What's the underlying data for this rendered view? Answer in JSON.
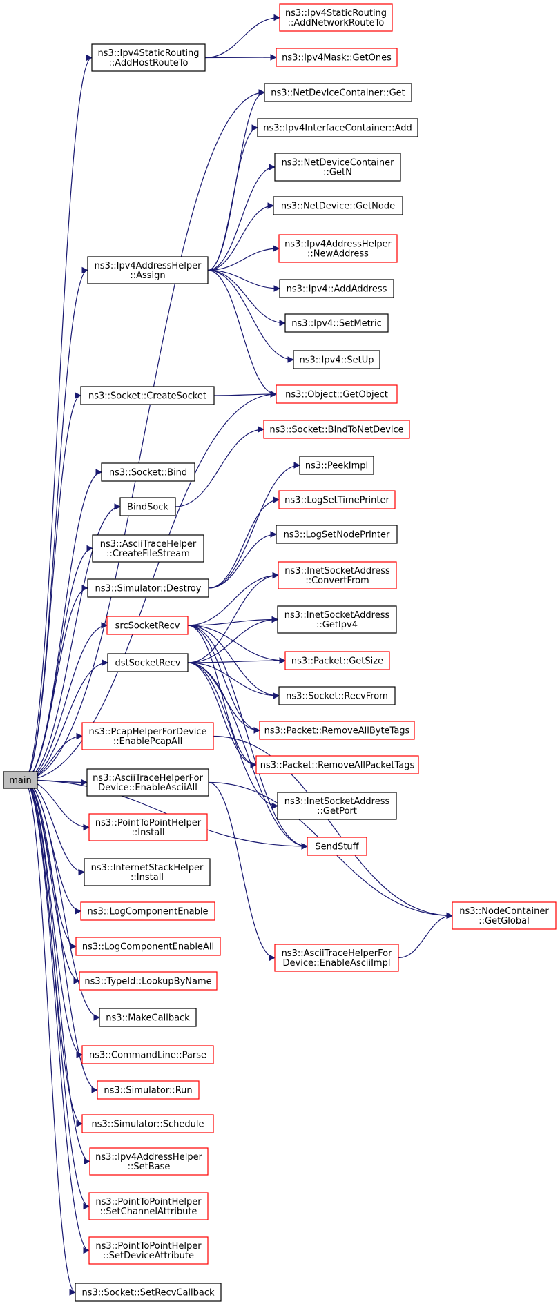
{
  "colors": {
    "edge": "#191970",
    "node_border_default": "#000000",
    "node_border_linked": "#ff0000",
    "root_fill": "#bfbfbf",
    "node_fill": "#ffffff"
  },
  "root": "main",
  "nodes": [
    {
      "id": "main",
      "lines": [
        "main"
      ],
      "style": "root"
    },
    {
      "id": "ahr",
      "lines": [
        "ns3::Ipv4StaticRouting",
        "::AddHostRouteTo"
      ],
      "style": "black"
    },
    {
      "id": "anr",
      "lines": [
        "ns3::Ipv4StaticRouting",
        "::AddNetworkRouteTo"
      ],
      "style": "red"
    },
    {
      "id": "gones",
      "lines": [
        "ns3::Ipv4Mask::GetOnes"
      ],
      "style": "red"
    },
    {
      "id": "ndcget",
      "lines": [
        "ns3::NetDeviceContainer::Get"
      ],
      "style": "black"
    },
    {
      "id": "iicadd",
      "lines": [
        "ns3::Ipv4InterfaceContainer::Add"
      ],
      "style": "black"
    },
    {
      "id": "ndcgetn",
      "lines": [
        "ns3::NetDeviceContainer",
        "::GetN"
      ],
      "style": "black"
    },
    {
      "id": "ndgetnode",
      "lines": [
        "ns3::NetDevice::GetNode"
      ],
      "style": "black"
    },
    {
      "id": "newaddr",
      "lines": [
        "ns3::Ipv4AddressHelper",
        "::NewAddress"
      ],
      "style": "red"
    },
    {
      "id": "assign",
      "lines": [
        "ns3::Ipv4AddressHelper",
        "::Assign"
      ],
      "style": "black"
    },
    {
      "id": "addaddr",
      "lines": [
        "ns3::Ipv4::AddAddress"
      ],
      "style": "black"
    },
    {
      "id": "setmetric",
      "lines": [
        "ns3::Ipv4::SetMetric"
      ],
      "style": "black"
    },
    {
      "id": "setup",
      "lines": [
        "ns3::Ipv4::SetUp"
      ],
      "style": "black"
    },
    {
      "id": "createsock",
      "lines": [
        "ns3::Socket::CreateSocket"
      ],
      "style": "black"
    },
    {
      "id": "getobject",
      "lines": [
        "ns3::Object::GetObject"
      ],
      "style": "red"
    },
    {
      "id": "bindtond",
      "lines": [
        "ns3::Socket::BindToNetDevice"
      ],
      "style": "red"
    },
    {
      "id": "sockbind",
      "lines": [
        "ns3::Socket::Bind"
      ],
      "style": "black"
    },
    {
      "id": "peekimpl",
      "lines": [
        "ns3::PeekImpl"
      ],
      "style": "black"
    },
    {
      "id": "bindsock",
      "lines": [
        "BindSock"
      ],
      "style": "black"
    },
    {
      "id": "logtime",
      "lines": [
        "ns3::LogSetTimePrinter"
      ],
      "style": "red"
    },
    {
      "id": "cfs",
      "lines": [
        "ns3::AsciiTraceHelper",
        "::CreateFileStream"
      ],
      "style": "black"
    },
    {
      "id": "lognode",
      "lines": [
        "ns3::LogSetNodePrinter"
      ],
      "style": "black"
    },
    {
      "id": "destroy",
      "lines": [
        "ns3::Simulator::Destroy"
      ],
      "style": "black"
    },
    {
      "id": "convfrom",
      "lines": [
        "ns3::InetSocketAddress",
        "::ConvertFrom"
      ],
      "style": "red"
    },
    {
      "id": "srcrecv",
      "lines": [
        "srcSocketRecv"
      ],
      "style": "red"
    },
    {
      "id": "getipv4",
      "lines": [
        "ns3::InetSocketAddress",
        "::GetIpv4"
      ],
      "style": "black"
    },
    {
      "id": "dstrecv",
      "lines": [
        "dstSocketRecv"
      ],
      "style": "black"
    },
    {
      "id": "getsize",
      "lines": [
        "ns3::Packet::GetSize"
      ],
      "style": "red"
    },
    {
      "id": "recvfrom",
      "lines": [
        "ns3::Socket::RecvFrom"
      ],
      "style": "black"
    },
    {
      "id": "pcapall",
      "lines": [
        "ns3::PcapHelperForDevice",
        "::EnablePcapAll"
      ],
      "style": "red"
    },
    {
      "id": "rmbytetags",
      "lines": [
        "ns3::Packet::RemoveAllByteTags"
      ],
      "style": "red"
    },
    {
      "id": "rmpkttags",
      "lines": [
        "ns3::Packet::RemoveAllPacketTags"
      ],
      "style": "red"
    },
    {
      "id": "asciiall",
      "lines": [
        "ns3::AsciiTraceHelperFor",
        "Device::EnableAsciiAll"
      ],
      "style": "black"
    },
    {
      "id": "getport",
      "lines": [
        "ns3::InetSocketAddress",
        "::GetPort"
      ],
      "style": "black"
    },
    {
      "id": "p2pinstall",
      "lines": [
        "ns3::PointToPointHelper",
        "::Install"
      ],
      "style": "red"
    },
    {
      "id": "sendstuff",
      "lines": [
        "SendStuff"
      ],
      "style": "red"
    },
    {
      "id": "ishinstall",
      "lines": [
        "ns3::InternetStackHelper",
        "::Install"
      ],
      "style": "black"
    },
    {
      "id": "ncglobal",
      "lines": [
        "ns3::NodeContainer",
        "::GetGlobal"
      ],
      "style": "red"
    },
    {
      "id": "logcomp",
      "lines": [
        "ns3::LogComponentEnable"
      ],
      "style": "red"
    },
    {
      "id": "asciiimpl",
      "lines": [
        "ns3::AsciiTraceHelperFor",
        "Device::EnableAsciiImpl"
      ],
      "style": "red"
    },
    {
      "id": "logcompall",
      "lines": [
        "ns3::LogComponentEnableAll"
      ],
      "style": "red"
    },
    {
      "id": "lookup",
      "lines": [
        "ns3::TypeId::LookupByName"
      ],
      "style": "red"
    },
    {
      "id": "makecb",
      "lines": [
        "ns3::MakeCallback"
      ],
      "style": "black"
    },
    {
      "id": "cmdparse",
      "lines": [
        "ns3::CommandLine::Parse"
      ],
      "style": "red"
    },
    {
      "id": "simrun",
      "lines": [
        "ns3::Simulator::Run"
      ],
      "style": "red"
    },
    {
      "id": "simsched",
      "lines": [
        "ns3::Simulator::Schedule"
      ],
      "style": "red"
    },
    {
      "id": "setbase",
      "lines": [
        "ns3::Ipv4AddressHelper",
        "::SetBase"
      ],
      "style": "red"
    },
    {
      "id": "setchan",
      "lines": [
        "ns3::PointToPointHelper",
        "::SetChannelAttribute"
      ],
      "style": "red"
    },
    {
      "id": "setdev",
      "lines": [
        "ns3::PointToPointHelper",
        "::SetDeviceAttribute"
      ],
      "style": "red"
    },
    {
      "id": "setrecvcb",
      "lines": [
        "ns3::Socket::SetRecvCallback"
      ],
      "style": "black"
    }
  ],
  "edges": [
    [
      "main",
      "ahr"
    ],
    [
      "main",
      "ndcget"
    ],
    [
      "main",
      "assign"
    ],
    [
      "main",
      "createsock"
    ],
    [
      "main",
      "getobject"
    ],
    [
      "main",
      "sockbind"
    ],
    [
      "main",
      "bindsock"
    ],
    [
      "main",
      "cfs"
    ],
    [
      "main",
      "destroy"
    ],
    [
      "main",
      "srcrecv"
    ],
    [
      "main",
      "dstrecv"
    ],
    [
      "main",
      "sendstuff"
    ],
    [
      "main",
      "pcapall"
    ],
    [
      "main",
      "asciiall"
    ],
    [
      "main",
      "p2pinstall"
    ],
    [
      "main",
      "ishinstall"
    ],
    [
      "main",
      "logcomp"
    ],
    [
      "main",
      "logcompall"
    ],
    [
      "main",
      "lookup"
    ],
    [
      "main",
      "makecb"
    ],
    [
      "main",
      "cmdparse"
    ],
    [
      "main",
      "simrun"
    ],
    [
      "main",
      "simsched"
    ],
    [
      "main",
      "setbase"
    ],
    [
      "main",
      "setchan"
    ],
    [
      "main",
      "setdev"
    ],
    [
      "main",
      "setrecvcb"
    ],
    [
      "ahr",
      "anr"
    ],
    [
      "ahr",
      "gones"
    ],
    [
      "assign",
      "ndcget"
    ],
    [
      "assign",
      "iicadd"
    ],
    [
      "assign",
      "ndcgetn"
    ],
    [
      "assign",
      "ndgetnode"
    ],
    [
      "assign",
      "newaddr"
    ],
    [
      "assign",
      "addaddr"
    ],
    [
      "assign",
      "setmetric"
    ],
    [
      "assign",
      "setup"
    ],
    [
      "assign",
      "getobject"
    ],
    [
      "createsock",
      "getobject"
    ],
    [
      "bindsock",
      "bindtond"
    ],
    [
      "destroy",
      "peekimpl"
    ],
    [
      "destroy",
      "logtime"
    ],
    [
      "destroy",
      "lognode"
    ],
    [
      "srcrecv",
      "convfrom"
    ],
    [
      "srcrecv",
      "getipv4"
    ],
    [
      "srcrecv",
      "getsize"
    ],
    [
      "srcrecv",
      "recvfrom"
    ],
    [
      "srcrecv",
      "rmbytetags"
    ],
    [
      "srcrecv",
      "rmpkttags"
    ],
    [
      "srcrecv",
      "sendstuff"
    ],
    [
      "dstrecv",
      "convfrom"
    ],
    [
      "dstrecv",
      "getipv4"
    ],
    [
      "dstrecv",
      "getsize"
    ],
    [
      "dstrecv",
      "recvfrom"
    ],
    [
      "dstrecv",
      "rmbytetags"
    ],
    [
      "dstrecv",
      "rmpkttags"
    ],
    [
      "dstrecv",
      "getport"
    ],
    [
      "dstrecv",
      "sendstuff"
    ],
    [
      "pcapall",
      "ncglobal"
    ],
    [
      "asciiall",
      "asciiimpl"
    ],
    [
      "asciiall",
      "ncglobal"
    ],
    [
      "asciiimpl",
      "ncglobal"
    ]
  ]
}
